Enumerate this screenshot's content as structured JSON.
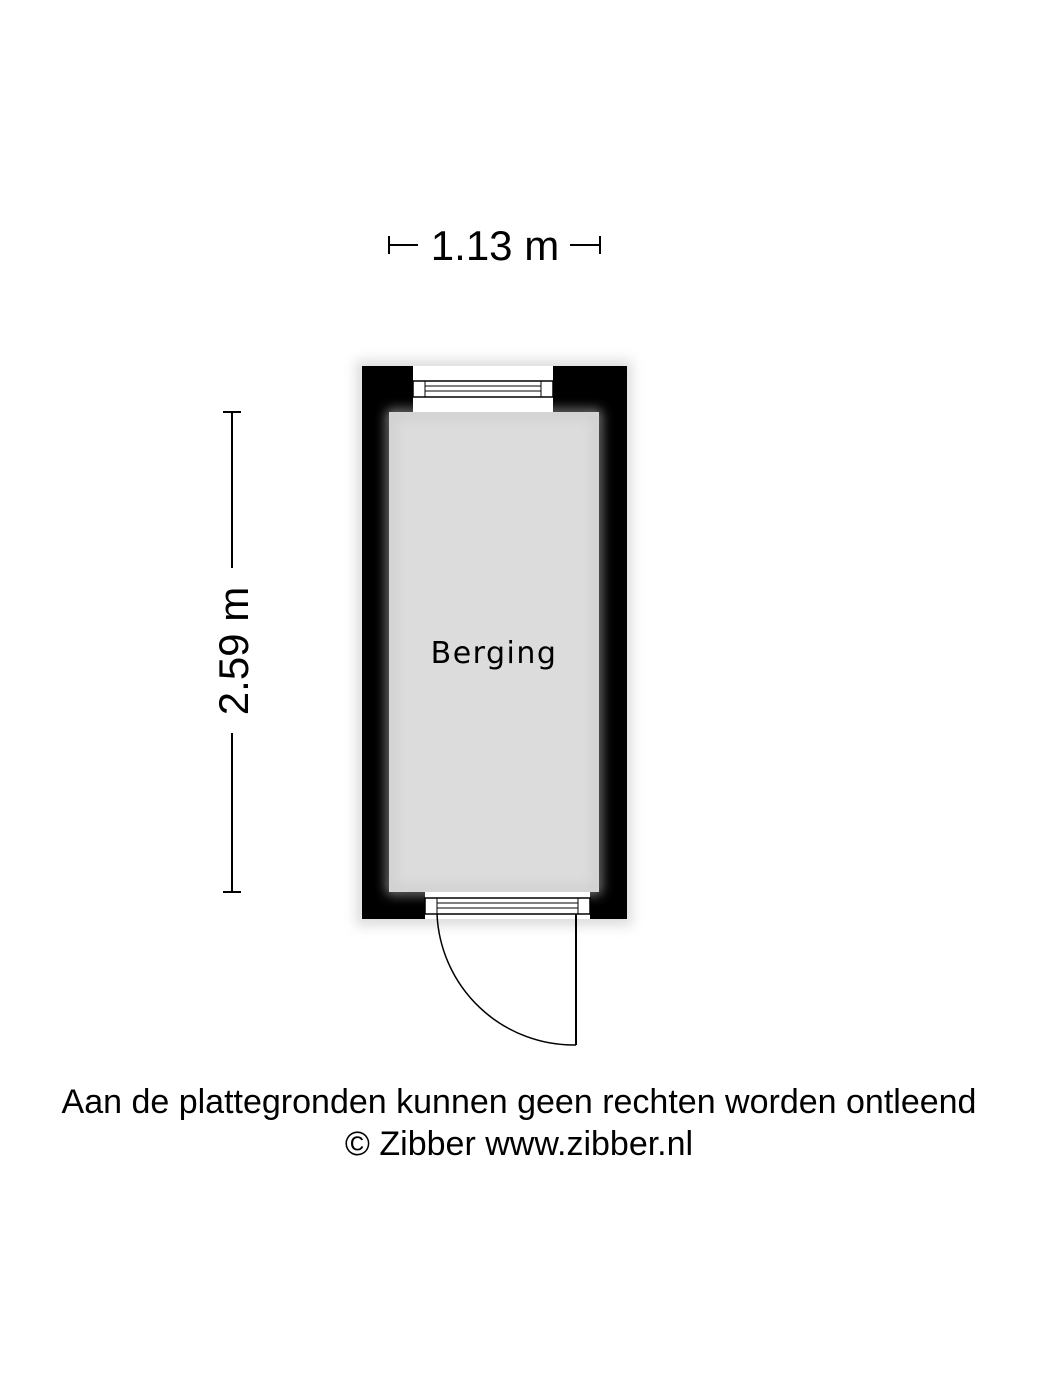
{
  "dimensions": {
    "width_label": "1.13 m",
    "height_label": "2.59 m"
  },
  "rooms": [
    {
      "label": "Berging"
    }
  ],
  "footer": {
    "disclaimer": "Aan de plattegronden kunnen geen rechten worden ontleend",
    "copyright": "© Zibber www.zibber.nl"
  },
  "colors": {
    "wall": "#000000",
    "floor": "#dcdcdc",
    "background": "#ffffff"
  }
}
